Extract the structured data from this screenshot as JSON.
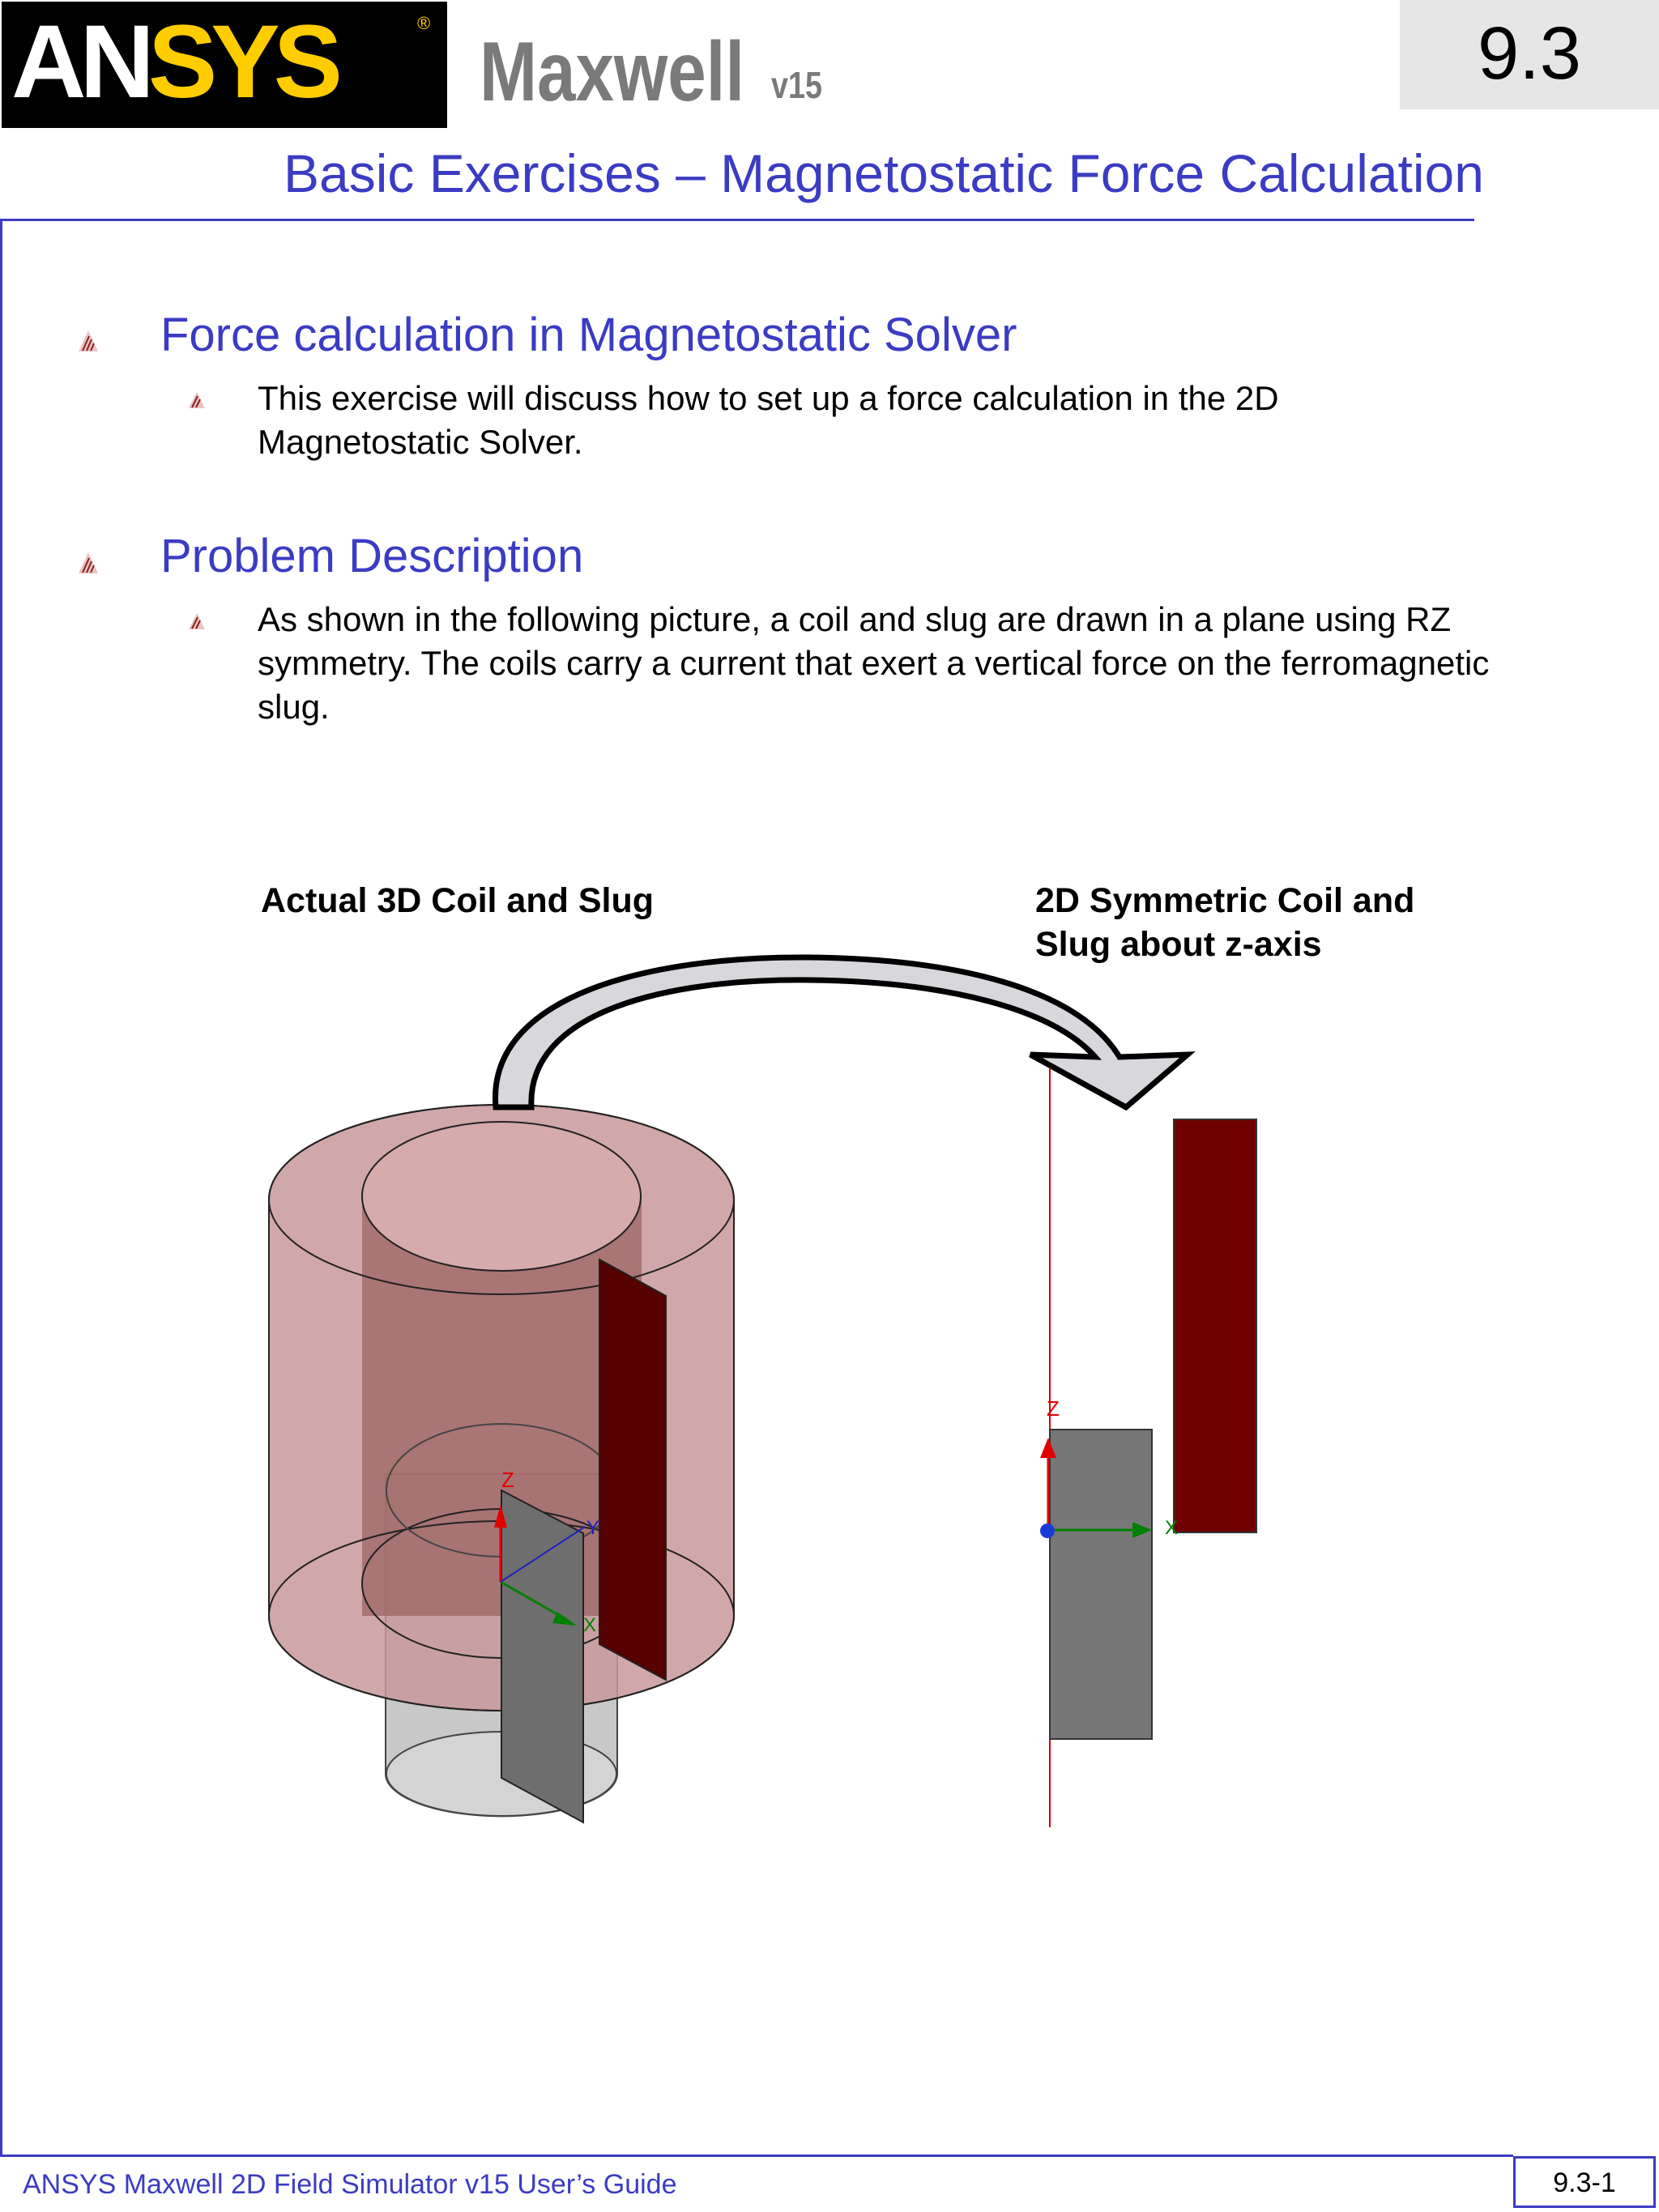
{
  "header": {
    "logo_prefix": "AN",
    "logo_suffix": "SYS",
    "logo_registered": "®",
    "product": "Maxwell",
    "version": "v15",
    "chapter": "9.3",
    "section_title": "Basic Exercises – Magnetostatic Force Calculation"
  },
  "body": {
    "sections": [
      {
        "heading": "Force calculation in Magnetostatic Solver",
        "text": "This exercise will discuss how to set up a force calculation in the 2D Magnetostatic Solver."
      },
      {
        "heading": "Problem Description",
        "text": "As shown in the following picture, a coil and slug are drawn in a plane using RZ symmetry.  The coils carry a current that exert a vertical force on the ferromagnetic slug."
      }
    ]
  },
  "figure": {
    "left_label": "Actual 3D Coil and Slug",
    "right_label_line1": "2D Symmetric Coil and",
    "right_label_line2": "Slug about z-axis",
    "axis_labels": {
      "z": "Z",
      "y": "Y",
      "x": "X"
    },
    "colors": {
      "coil_3d": "#c9999a",
      "coil_2d": "#700000",
      "slug": "#777777",
      "z_axis": "#e00000",
      "x_axis": "#008000",
      "y_axis": "#2020c0",
      "arrow_fill": "#d8d8dc"
    }
  },
  "footer": {
    "guide_title": "ANSYS Maxwell 2D Field Simulator v15 User’s Guide",
    "page": "9.3-1"
  },
  "colors": {
    "accent": "#3b3bc4",
    "logo_yellow": "#ffcc00"
  }
}
